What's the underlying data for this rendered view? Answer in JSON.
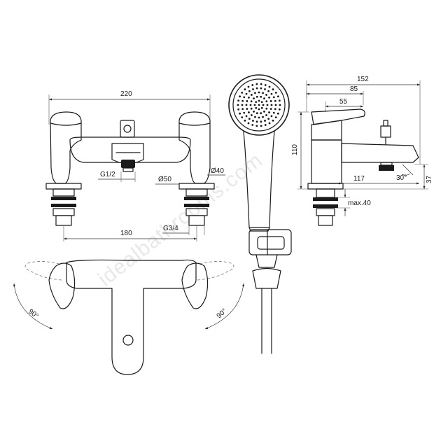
{
  "watermark": "idealbathrooms.com",
  "dimensions": {
    "width_220": "220",
    "spacing_180": "180",
    "g12": "G1/2",
    "d50": "Ø50",
    "d40": "Ø40",
    "g34": "G3/4",
    "w152": "152",
    "w85": "85",
    "w55": "55",
    "h110": "110",
    "w117": "117",
    "max40": "max.40",
    "a30": "30°",
    "h37": "37",
    "a90_left": "90°",
    "a90_right": "90°"
  }
}
